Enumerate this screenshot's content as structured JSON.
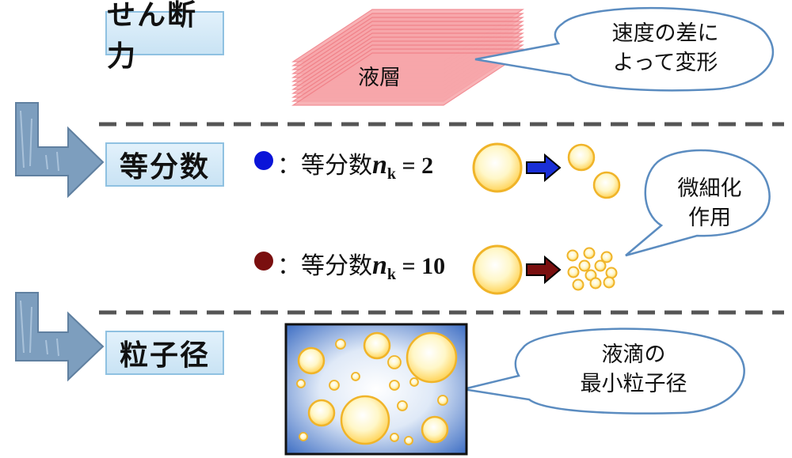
{
  "labels": {
    "shear": "せん断力",
    "division": "等分数",
    "particle": "粒子径"
  },
  "liquid_layer": "液層",
  "bubbles": {
    "top": [
      "速度の差に",
      "よって変形"
    ],
    "middle": [
      "微細化",
      "作用"
    ],
    "bottom": [
      "液滴の",
      "最小粒子径"
    ]
  },
  "legend": [
    {
      "color": "#0a14d8",
      "prefix": "：等分数",
      "var": "n",
      "sub": "k",
      "op": " = ",
      "value": "2",
      "arrow_color": "#1a2fd6"
    },
    {
      "color": "#7a0f0f",
      "prefix": "：等分数",
      "var": "n",
      "sub": "k",
      "op": " = ",
      "value": "10",
      "arrow_color": "#7a0f0f"
    }
  ],
  "colors": {
    "droplet_fill": "#fff3b0",
    "droplet_stroke": "#f0b429",
    "box_blue": "#3f6fbf",
    "layer_pink": "#f59ca0",
    "arrow_steel": "#6f94b8"
  }
}
